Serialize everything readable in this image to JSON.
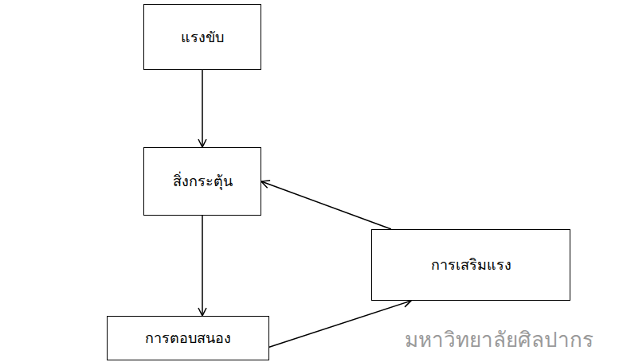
{
  "diagram": {
    "nodes": [
      {
        "text": [
          "แรงขับ"
        ]
      },
      {
        "text": [
          "สิ่งกระตุ้น"
        ]
      },
      {
        "text": [
          "การตอบสนอง"
        ]
      },
      {
        "text": [
          "การเสริมแรง"
        ]
      }
    ],
    "edges": [
      {
        "from": 0,
        "to": 1,
        "arrow": "to"
      },
      {
        "from": 1,
        "to": 2,
        "arrow": "to"
      },
      {
        "from": 2,
        "to": 3,
        "arrow": "to"
      },
      {
        "from": 3,
        "to": 1,
        "arrow": "to"
      }
    ],
    "labels": [
      "มหาวิทยาลัยศิลปากร"
    ]
  }
}
